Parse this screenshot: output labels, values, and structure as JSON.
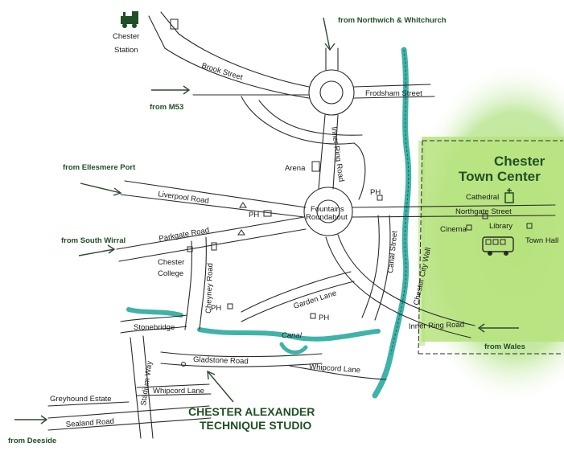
{
  "colors": {
    "town_glow": "#bfe79a",
    "town_core": "#b6e37e",
    "water": "#3fb3a8",
    "label_green": "#1f4f24",
    "road_line": "#2a2a2a"
  },
  "town_center": {
    "title_line1": "Chester",
    "title_line2": "Town Center"
  },
  "studio": {
    "line1": "CHESTER ALEXANDER",
    "line2": "TECHNIQUE STUDIO"
  },
  "directions": {
    "northwich": "from Northwich & Whitchurch",
    "m53": "from M53",
    "ellesmere": "from Ellesmere Port",
    "south_wirral": "from South Wirral",
    "wales": "from Wales",
    "deeside": "from Deeside"
  },
  "roads": {
    "brook_street": "Brook Street",
    "frodsham_street": "Frodsham Street",
    "inner_ring_road_north": "Inner Ring Road",
    "liverpool_road": "Liverpool Road",
    "parkgate_road": "Parkgate Road",
    "cheyney_road": "Cheyney Road",
    "canal_street": "Canal Street",
    "garden_lane": "Garden Lane",
    "inner_ring_road_east": "Inner Ring Road",
    "northgate_street": "Northgate Street",
    "gladstone_road": "Gladstone Road",
    "whipcord_lane_east": "Whipcord Lane",
    "whipcord_lane_west": "Whipcord Lane",
    "stadium_way": "Stadium Way",
    "sealand_road": "Sealand Road",
    "stonebridge": "Stonebridge",
    "city_wall": "Chester City Wall"
  },
  "places": {
    "chester_station_1": "Chester",
    "chester_station_2": "Station",
    "arena": "Arena",
    "fountains_1": "Fountains",
    "fountains_2": "Roundabout",
    "chester_college_1": "Chester",
    "chester_college_2": "College",
    "cathedral": "Cathedral",
    "cinema": "Cinema",
    "library": "Library",
    "town_hall": "Town Hall",
    "greyhound_estate": "Greyhound Estate",
    "canal": "Canal"
  },
  "pubs": [
    "PH",
    "PH",
    "PH",
    "PH"
  ],
  "icons": [
    "train-icon",
    "church-icon",
    "bus-icon",
    "building-icon"
  ]
}
